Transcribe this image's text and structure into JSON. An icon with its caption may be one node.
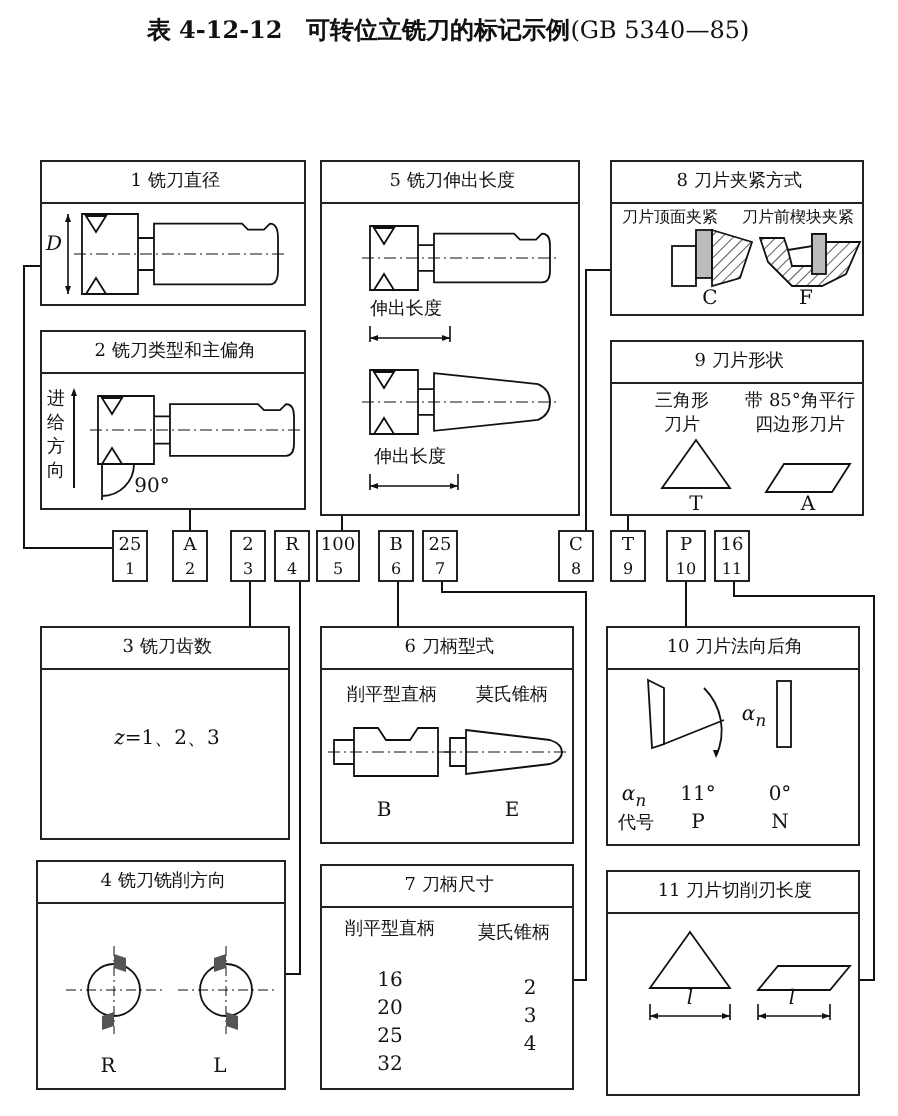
{
  "diagram": {
    "title": "**表 4-12-12　可转位立铣刀的标记示例**(GB 5340—85)",
    "nodes": [
      {
        "text": [
          "1 铣刀直径",
          "D"
        ]
      },
      {
        "text": [
          "2 铣刀类型和主偏角",
          "进给方向",
          "90°"
        ]
      },
      {
        "text": [
          "5 铣刀伸出长度",
          "伸出长度",
          "伸出长度"
        ]
      },
      {
        "text": [
          "8 刀片夹紧方式",
          "刀片顶面夹紧",
          "刀片前楔块夹紧",
          "C",
          "F"
        ]
      },
      {
        "text": [
          "9 刀片形状",
          "三角形刀片",
          "带 85°角平行四边形刀片",
          "T",
          "A"
        ]
      },
      {
        "text": [
          "25",
          "1"
        ]
      },
      {
        "text": [
          "A",
          "2"
        ]
      },
      {
        "text": [
          "2",
          "3"
        ]
      },
      {
        "text": [
          "R",
          "4"
        ]
      },
      {
        "text": [
          "100",
          "5"
        ]
      },
      {
        "text": [
          "B",
          "6"
        ]
      },
      {
        "text": [
          "25",
          "7"
        ]
      },
      {
        "text": [
          "C",
          "8"
        ]
      },
      {
        "text": [
          "T",
          "9"
        ]
      },
      {
        "text": [
          "P",
          "10"
        ]
      },
      {
        "text": [
          "16",
          "11"
        ]
      },
      {
        "text": [
          "3 铣刀齿数",
          "*z*=1、2、3"
        ]
      },
      {
        "text": [
          "6 刀柄型式",
          "削平型直柄",
          "莫氏锥柄",
          "B",
          "E"
        ]
      },
      {
        "text": [
          "10 刀片法向后角",
          "α$_{n}$",
          "α$_{n}$",
          "11°",
          "0°",
          "代号",
          "P",
          "N"
        ]
      },
      {
        "text": [
          "4 铣刀铣削方向",
          "R",
          "L"
        ]
      },
      {
        "text": [
          "7 刀柄尺寸",
          "削平型直柄",
          "莫氏锥柄",
          "16",
          "20",
          "25",
          "32",
          "2",
          "3",
          "4"
        ]
      },
      {
        "text": [
          "11 刀片切削刃长度",
          "l",
          "l"
        ]
      }
    ],
    "edges": [
      {
        "from": 0,
        "to": 5,
        "arrow": "none"
      },
      {
        "from": 1,
        "to": 6,
        "arrow": "none"
      },
      {
        "from": 7,
        "to": 16,
        "arrow": "none"
      },
      {
        "from": 8,
        "to": 19,
        "arrow": "none"
      },
      {
        "from": 2,
        "to": 9,
        "arrow": "none"
      },
      {
        "from": 10,
        "to": 17,
        "arrow": "none"
      },
      {
        "from": 11,
        "to": 20,
        "arrow": "none"
      },
      {
        "from": 12,
        "to": 3,
        "arrow": "none"
      },
      {
        "from": 13,
        "to": 4,
        "arrow": "none"
      },
      {
        "from": 14,
        "to": 18,
        "arrow": "none"
      },
      {
        "from": 15,
        "to": 21,
        "arrow": "none"
      }
    ]
  }
}
